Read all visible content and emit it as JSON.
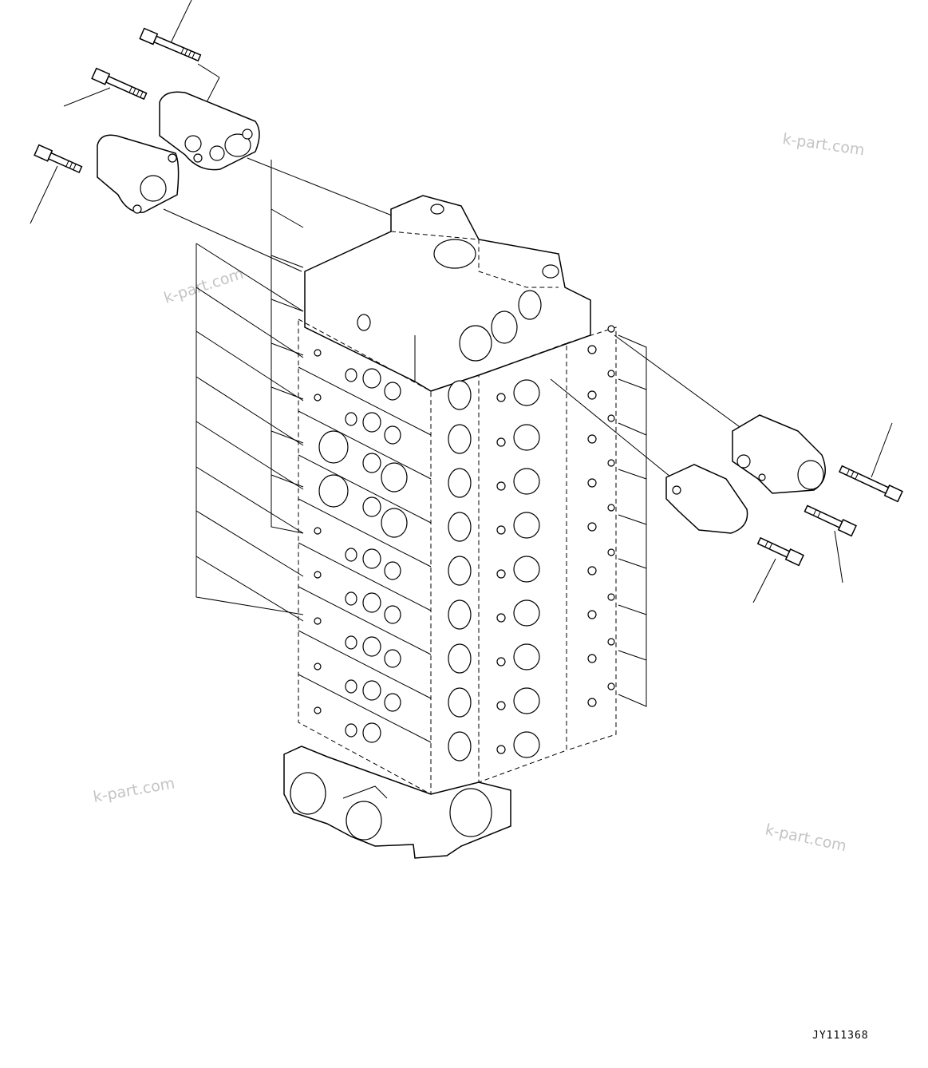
{
  "watermarks": [
    "k-part.com",
    "k-part.com",
    "k-part.com",
    "k-part.com"
  ],
  "drawing_code": "JY111368"
}
